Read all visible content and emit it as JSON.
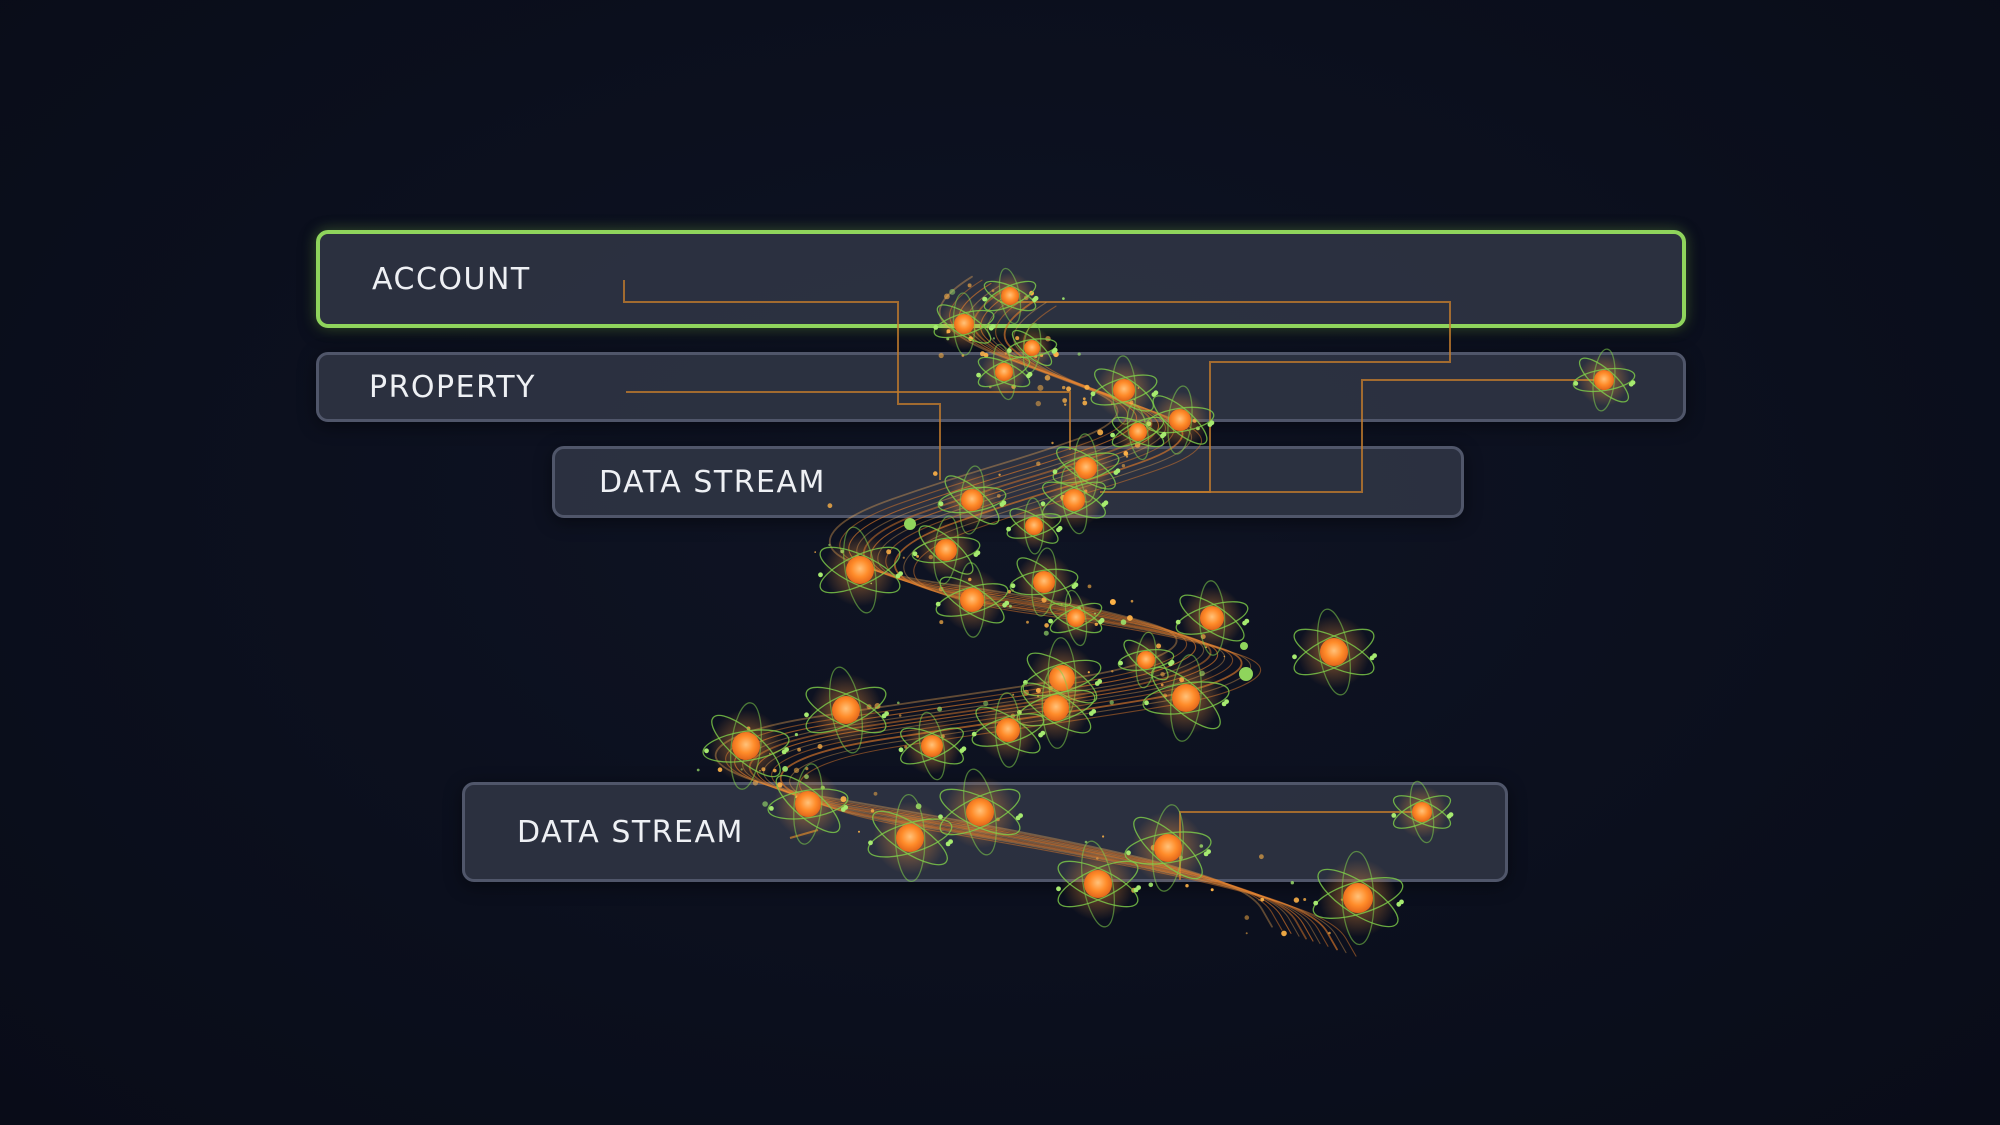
{
  "panels": {
    "account": {
      "label": "ACCOUNT",
      "highlighted": true
    },
    "property": {
      "label": "PROPERTY"
    },
    "data_stream_1": {
      "label": "DATA STREAM"
    },
    "data_stream_2": {
      "label": "DATA STREAM"
    }
  },
  "colors": {
    "background": "#0b0f1d",
    "panel_fill": "#383d4c",
    "panel_border": "#50566a",
    "highlight_border": "#8fd45c",
    "connector_line": "#c07a2c",
    "node_core": "#ff8c2a",
    "orbit_ring": "#7fcf4a",
    "label_text": "#eef0f4"
  },
  "icons": {
    "node": "atom-node-icon"
  }
}
